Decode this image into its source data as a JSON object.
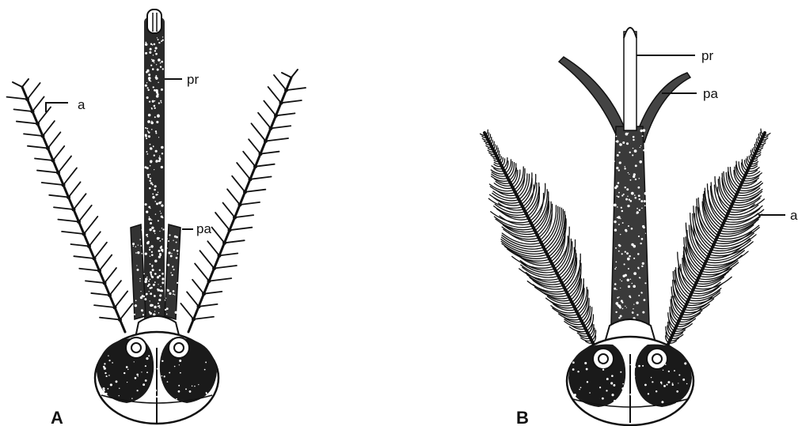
{
  "figure": {
    "panels": [
      {
        "id": "A",
        "panel_label": "A",
        "labels": {
          "proboscis": "pr",
          "antenna": "a",
          "palp": "pa"
        }
      },
      {
        "id": "B",
        "panel_label": "B",
        "labels": {
          "proboscis": "pr",
          "palp": "pa",
          "antenna": "a"
        }
      }
    ]
  },
  "colors": {
    "ink": "#111111",
    "paper": "#ffffff"
  }
}
